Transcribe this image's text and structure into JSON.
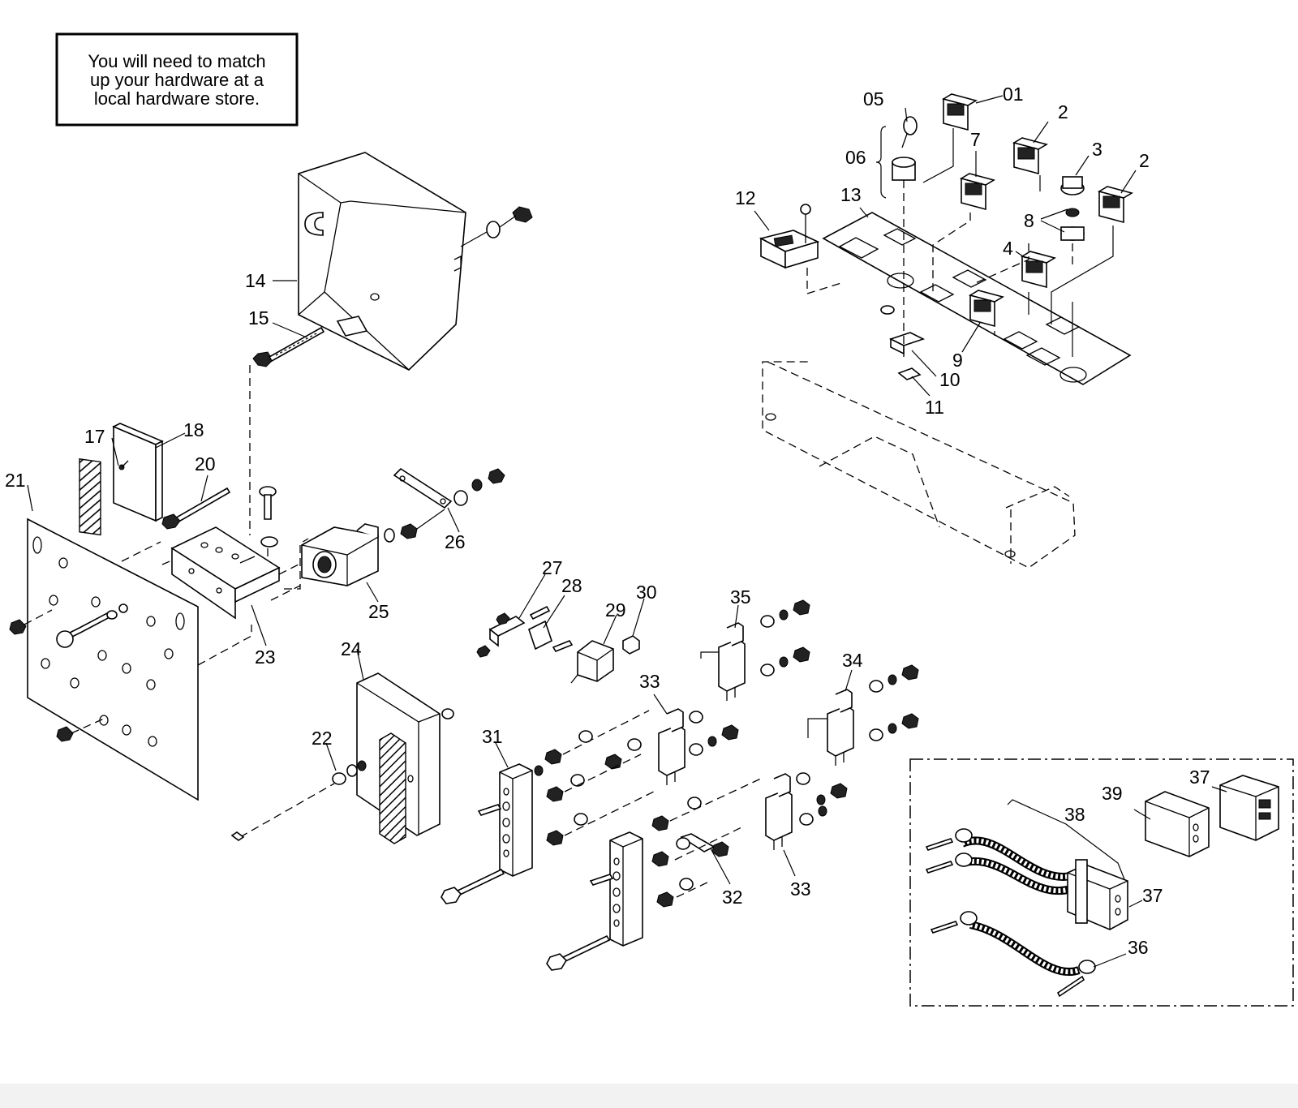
{
  "note": {
    "lines": [
      "You will need to match",
      "up your hardware at a",
      "local hardware store."
    ]
  },
  "callouts": {
    "c01": "01",
    "c05": "05",
    "c06": "06",
    "c2a": "2",
    "c3": "3",
    "c2b": "2",
    "c7": "7",
    "c8": "8",
    "c4": "4",
    "c9": "9",
    "c10": "10",
    "c11": "11",
    "c12": "12",
    "c13": "13",
    "c14": "14",
    "c15": "15",
    "c17": "17",
    "c18": "18",
    "c20": "20",
    "c21": "21",
    "c23": "23",
    "c25": "25",
    "c26": "26",
    "c24": "24",
    "c22": "22",
    "c27": "27",
    "c28": "28",
    "c29": "29",
    "c30": "30",
    "c35": "35",
    "c33a": "33",
    "c34": "34",
    "c31": "31",
    "c32": "32",
    "c33b": "33",
    "c38": "38",
    "c39": "39",
    "c37a": "37",
    "c37b": "37",
    "c36": "36"
  },
  "icons": {
    "hatch_pattern": "diagonal-hatch"
  }
}
